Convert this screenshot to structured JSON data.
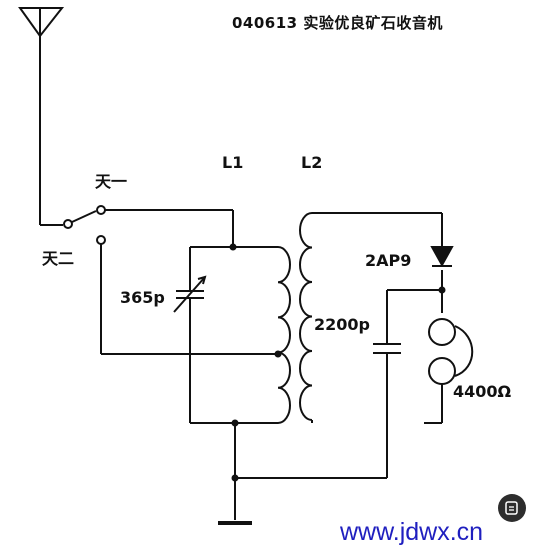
{
  "title": "040613 实验优良矿石收音机",
  "labels": {
    "antenna1": "天一",
    "antenna2": "天二",
    "coil1": "L1",
    "coil2": "L2",
    "diode": "2AP9",
    "tuning_cap": "365p",
    "bypass_cap": "2200p",
    "earphone": "4400Ω"
  },
  "watermark": "www.jdwx.cn",
  "colors": {
    "line": "#111111",
    "watermark": "#1f1fbf",
    "badge": "#2d2d2d"
  }
}
